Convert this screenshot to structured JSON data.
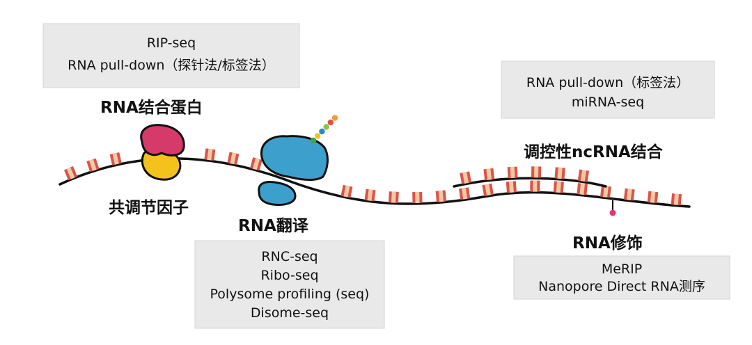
{
  "labels": {
    "rbp": "RNA结合蛋白",
    "cofactor": "共调节因子",
    "translation": "RNA翻译",
    "ncrna": "调控性ncRNA结合",
    "modification": "RNA修饰"
  },
  "boxes": {
    "rbp": [
      "RIP-seq",
      "RNA pull-down（探针法/标签法）"
    ],
    "ncrna": [
      "RNA pull-down（标签法）",
      "miRNA-seq"
    ],
    "translation": [
      "RNC-seq",
      "Ribo-seq",
      "Polysome profiling (seq)",
      "Disome-seq"
    ],
    "modification": [
      "MeRIP",
      "Nanopore Direct RNA测序"
    ]
  },
  "colors": {
    "strand": "#111111",
    "stripe_outer": "#d9534a",
    "stripe_inner": "#f6c9a3",
    "rbp_top": "#d63a6a",
    "rbp_bottom": "#f3c21b",
    "ribosome": "#3d9fcc",
    "modification_dot": "#e6337a",
    "box_fill": "#e9e9e9",
    "peptide": [
      "#3fa34d",
      "#f2c21b",
      "#2e86c1",
      "#8ac44a",
      "#e94f3d",
      "#f39c33"
    ]
  }
}
